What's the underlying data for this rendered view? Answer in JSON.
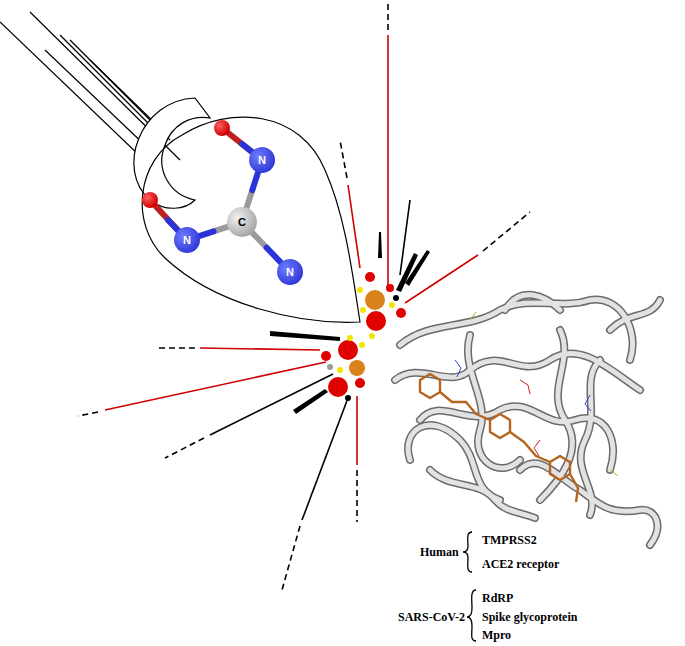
{
  "diagram": {
    "nodes": [
      {
        "text": [
          "N"
        ]
      },
      {
        "text": [
          "N"
        ]
      },
      {
        "text": [
          "C"
        ]
      },
      {
        "text": [
          "N"
        ]
      }
    ],
    "edges": [
      {
        "from": 2,
        "to": 0,
        "arrow": "none"
      },
      {
        "from": 2,
        "to": 1,
        "arrow": "none"
      },
      {
        "from": 2,
        "to": 3,
        "arrow": "none"
      }
    ],
    "labels": [
      "Human",
      "TMPRSS2",
      "ACE2 receptor",
      "SARS-CoV-2",
      "RdRP",
      "Spike glycoprotein",
      "Mpro"
    ]
  }
}
